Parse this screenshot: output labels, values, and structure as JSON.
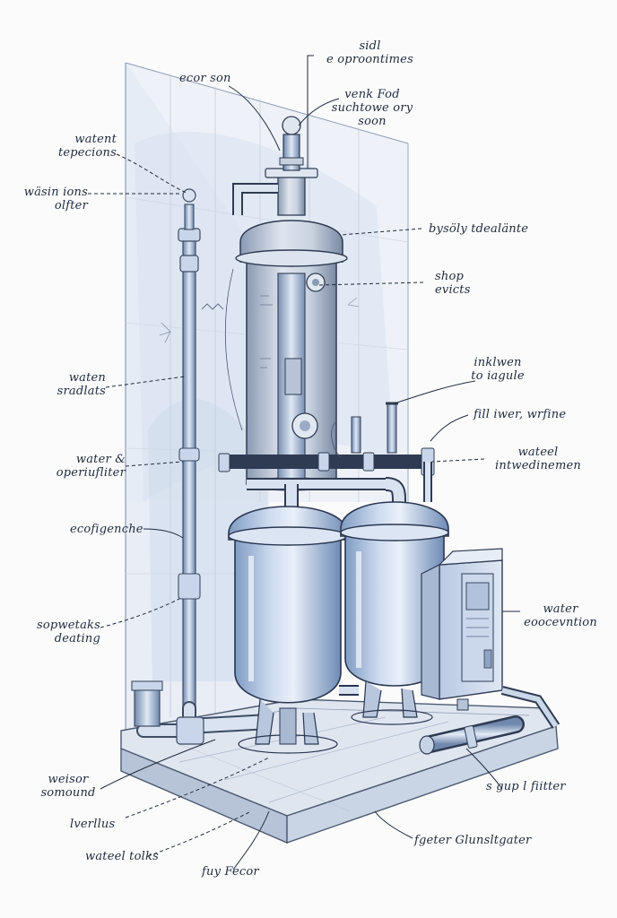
{
  "labels": {
    "sidl": "sidl\ne oproontimes",
    "ecorson": "ecor son",
    "venk": "venk Fod\nsuchtowe ory\nsoon",
    "water_tepp": "watent\ntepecions",
    "wasin": "wäsin ions\nolfter",
    "bysoly": "bysöly tdealänte",
    "shop": "shop\nevicts",
    "inklven": "inklwen\nto iagule",
    "waten_sradlats": "waten\nsradlats",
    "fill_iwer": "fill iwer, wrfine",
    "water_operi": "water &\noperiufliter",
    "wateel": "wateel\nintwedinemen",
    "ecofigenche": "ecofigenche",
    "water_eco": "water\neoocevntion",
    "sopwetaks": "sopwetaks\ndeating",
    "weisor": "weisor\nsomound",
    "sgup": "s gup l fiitter",
    "lverllus": "lverllus",
    "fgeter": "fgeter Glunsltgater",
    "wateel_tolks": "wateel tolks",
    "fuy_fecor": "fuy Fecor"
  }
}
